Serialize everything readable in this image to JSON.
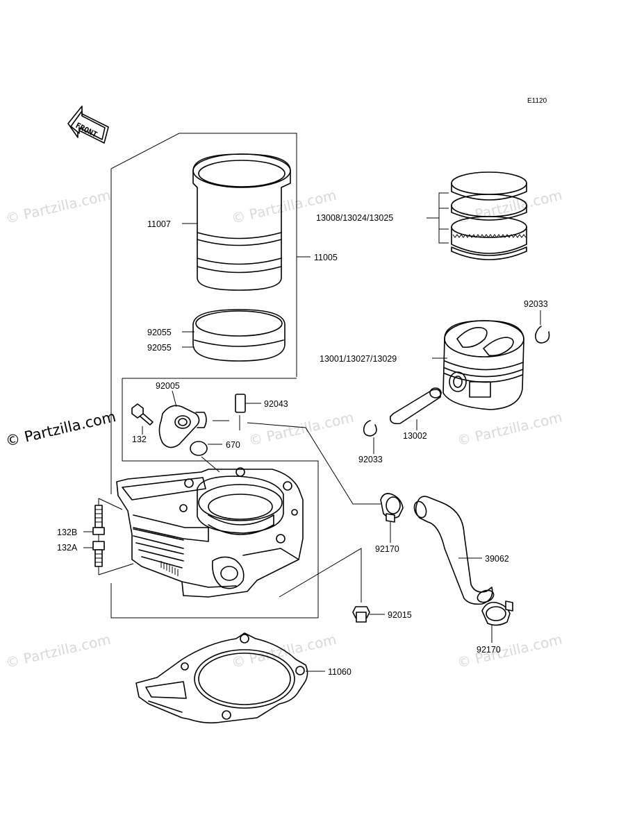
{
  "diagram_code": "E1120",
  "front_label": "FRONT",
  "watermark": "© Partzilla.com",
  "callouts": {
    "c11007": "11007",
    "c11005": "11005",
    "c13008": "13008/13024/13025",
    "c92033a": "92033",
    "c13001": "13001/13027/13029",
    "c92055a": "92055",
    "c92055b": "92055",
    "c92005": "92005",
    "c92043": "92043",
    "c132": "132",
    "c670": "670",
    "c13002": "13002",
    "c92033b": "92033",
    "c132b": "132B",
    "c132a": "132A",
    "c92170a": "92170",
    "c39062": "39062",
    "c92015": "92015",
    "c92170b": "92170",
    "c11060": "11060"
  }
}
